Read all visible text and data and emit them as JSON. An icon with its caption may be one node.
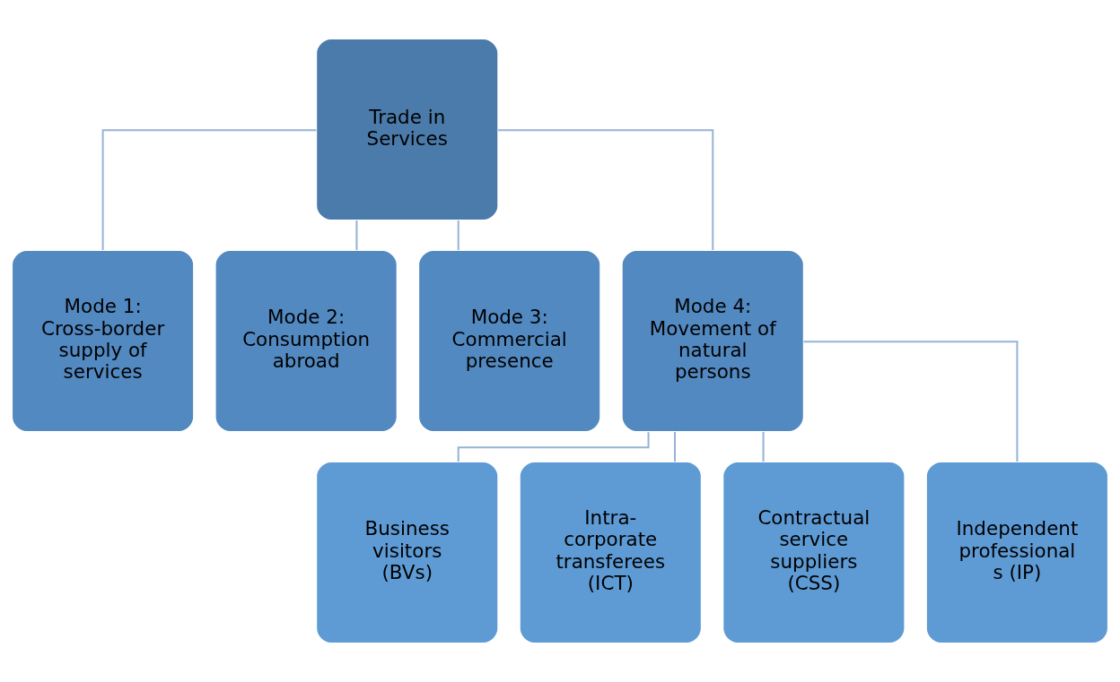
{
  "diagram": {
    "nodes": [
      {
        "text": [
          "Trade in Services"
        ]
      },
      {
        "text": [
          "Mode 1: Cross-border supply of services"
        ]
      },
      {
        "text": [
          "Mode 2: Consumption abroad"
        ]
      },
      {
        "text": [
          "Mode 3: Commercial presence"
        ]
      },
      {
        "text": [
          "Mode 4: Movement of natural persons"
        ]
      },
      {
        "text": [
          "Business visitors (BVs)"
        ]
      },
      {
        "text": [
          "Intra- corporate transferees (ICT)"
        ]
      },
      {
        "text": [
          "Contractual service suppliers (CSS)"
        ]
      },
      {
        "text": [
          "Independent professional s (IP)"
        ]
      }
    ],
    "edges": [
      {
        "from": 0,
        "to": 1,
        "arrow": "none"
      },
      {
        "from": 0,
        "to": 2,
        "arrow": "none"
      },
      {
        "from": 0,
        "to": 3,
        "arrow": "none"
      },
      {
        "from": 0,
        "to": 4,
        "arrow": "none"
      },
      {
        "from": 4,
        "to": 5,
        "arrow": "none"
      },
      {
        "from": 4,
        "to": 6,
        "arrow": "none"
      },
      {
        "from": 4,
        "to": 7,
        "arrow": "none"
      },
      {
        "from": 4,
        "to": 8,
        "arrow": "none"
      }
    ]
  }
}
